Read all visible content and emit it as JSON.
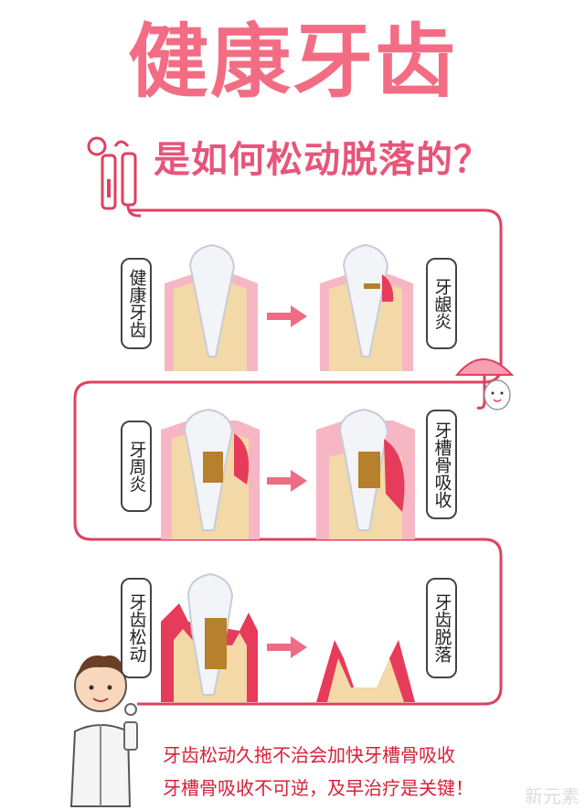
{
  "title": "健康牙齿",
  "subtitle": "是如何松动脱落的？",
  "stages": [
    {
      "left_label": "健康牙齿",
      "right_label": "牙龈炎"
    },
    {
      "left_label": "牙周炎",
      "right_label": "牙槽骨吸收"
    },
    {
      "left_label": "牙齿松动",
      "right_label": "牙齿脱落"
    }
  ],
  "notes": [
    "牙齿松动久拖不治会加快牙槽骨吸收",
    "牙槽骨吸收不可逆，及早治疗是关键！"
  ],
  "watermark": "新元素",
  "colors": {
    "accent": "#f26d84",
    "path": "#e0405f",
    "note": "#d8203a",
    "arrow": "#ef6b86"
  }
}
